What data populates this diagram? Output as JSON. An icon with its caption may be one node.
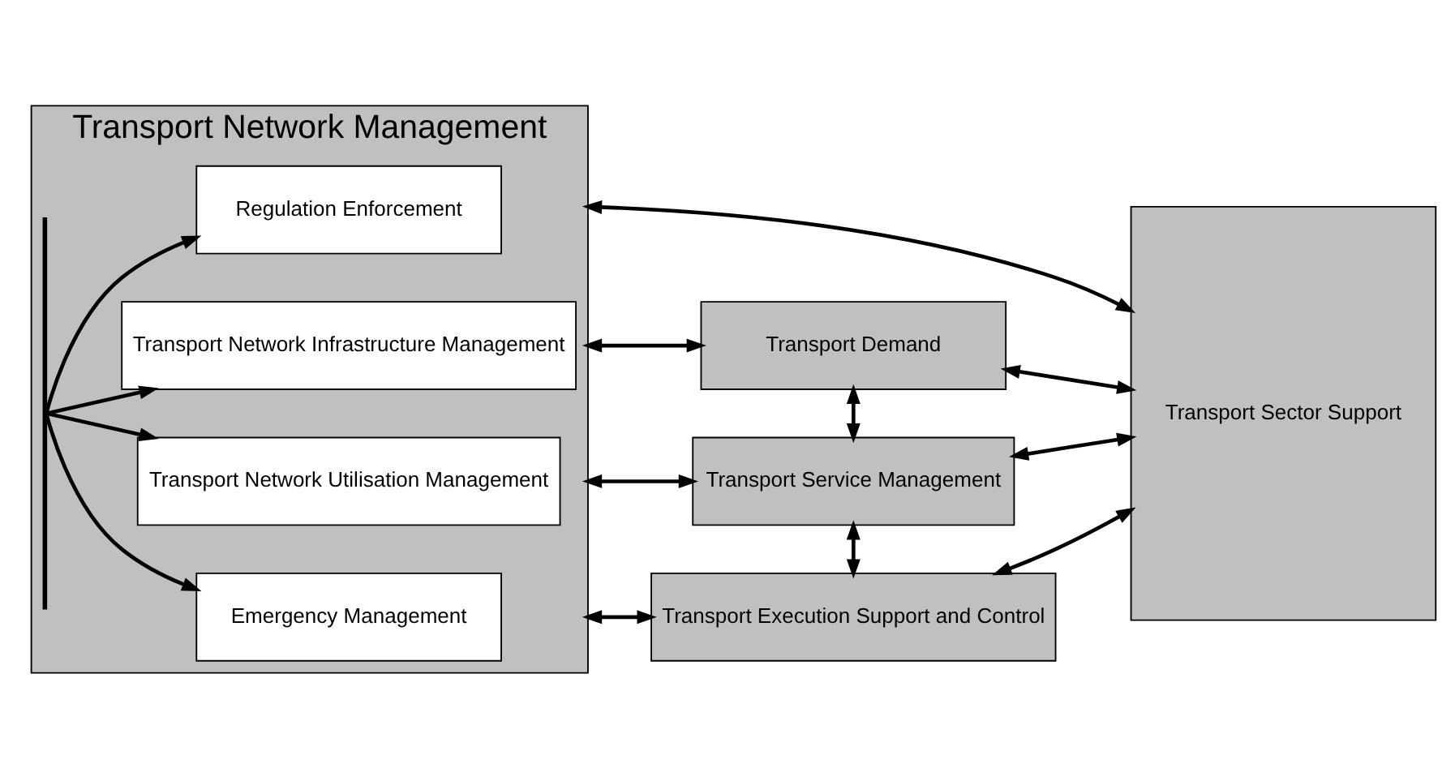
{
  "diagram": {
    "nodes": [
      {
        "text": [
          "Transport Network Management"
        ]
      },
      {
        "text": [],
        "shape": "bar",
        "in": 0
      },
      {
        "text": [
          "Transport Network Infrastructure Management"
        ],
        "in": 0
      },
      {
        "text": [
          "Transport Network Utilisation Management"
        ],
        "in": 0
      },
      {
        "text": [
          "Emergency Management"
        ],
        "in": 0
      },
      {
        "text": [
          "Regulation Enforcement"
        ],
        "in": 0
      },
      {
        "text": [
          "Transport Demand"
        ]
      },
      {
        "text": [
          "Transport Service Management"
        ]
      },
      {
        "text": [
          "Transport Execution Support and Control"
        ]
      },
      {
        "text": [
          "Transport Sector Support"
        ]
      }
    ],
    "edges": [
      {
        "from": 1,
        "to": 2,
        "arrow": "to"
      },
      {
        "from": 1,
        "to": 3,
        "arrow": "to"
      },
      {
        "from": 1,
        "to": 4,
        "arrow": "to"
      },
      {
        "from": 1,
        "to": 5,
        "arrow": "to"
      },
      {
        "from": 0,
        "to": 6,
        "arrow": "both"
      },
      {
        "from": 6,
        "to": 9,
        "arrow": "both"
      },
      {
        "from": 6,
        "to": 7,
        "arrow": "both"
      },
      {
        "from": 0,
        "to": 7,
        "arrow": "both"
      },
      {
        "from": 7,
        "to": 9,
        "arrow": "both"
      },
      {
        "from": 7,
        "to": 8,
        "arrow": "both"
      },
      {
        "from": 0,
        "to": 8,
        "arrow": "both"
      },
      {
        "from": 8,
        "to": 9,
        "arrow": "both"
      },
      {
        "from": 0,
        "to": 9,
        "arrow": "both"
      }
    ]
  }
}
